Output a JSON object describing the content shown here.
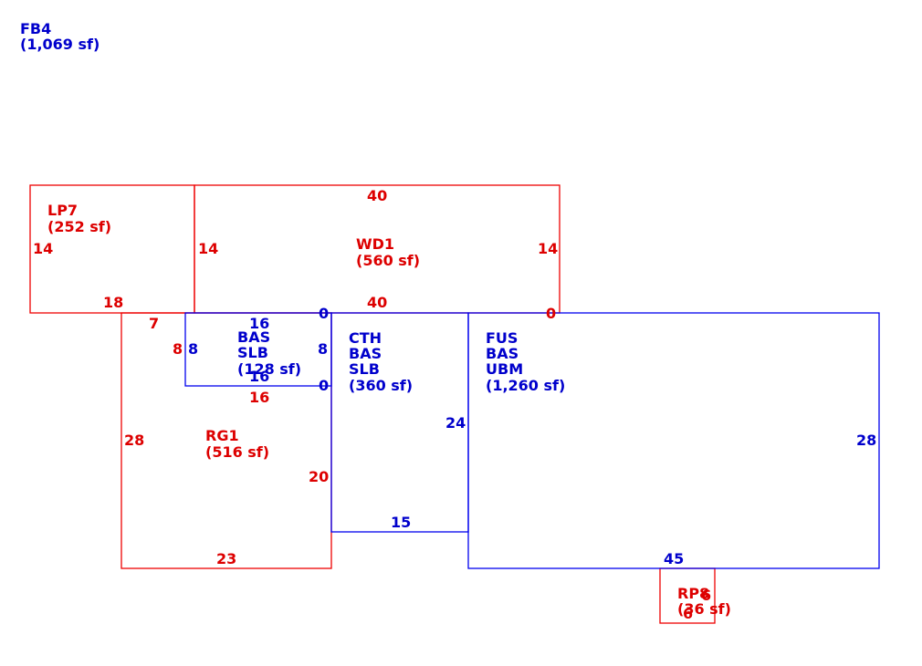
{
  "header": {
    "code": "FB4",
    "area": "(1,069 sf)"
  },
  "colors": {
    "blue": "#0000cc",
    "red": "#dd0000"
  },
  "areas": {
    "lp7": {
      "lines": [
        "LP7",
        "(252 sf)"
      ],
      "dims": [
        "14",
        "18",
        "14"
      ]
    },
    "wd1": {
      "lines": [
        "WD1",
        "(560 sf)"
      ],
      "dims": [
        "40",
        "14",
        "40",
        "0"
      ]
    },
    "bas_small": {
      "lines": [
        "BAS",
        "SLB",
        "(128 sf)"
      ],
      "dims": [
        "16",
        "8",
        "8",
        "16",
        "0",
        "0"
      ]
    },
    "cth": {
      "lines": [
        "CTH",
        "BAS",
        "SLB",
        "(360 sf)"
      ],
      "dims": [
        "24",
        "15"
      ]
    },
    "fus": {
      "lines": [
        "FUS",
        "BAS",
        "UBM",
        "(1,260 sf)"
      ],
      "dims": [
        "28",
        "45"
      ]
    },
    "rg1": {
      "lines": [
        "RG1",
        "(516 sf)"
      ],
      "dims": [
        "7",
        "8",
        "16",
        "28",
        "20",
        "23"
      ]
    },
    "rp8": {
      "lines": [
        "RP8",
        "(36 sf)"
      ],
      "dims": [
        "6",
        "6"
      ]
    }
  }
}
